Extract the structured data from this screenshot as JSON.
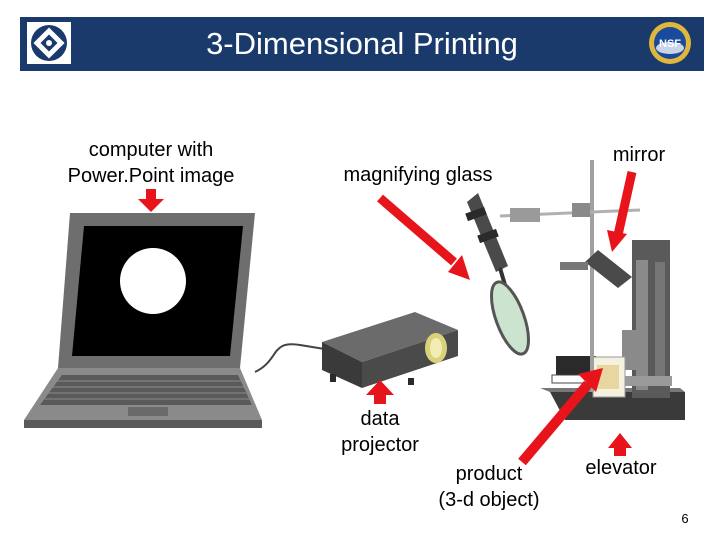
{
  "slide": {
    "title": "3-Dimensional Printing",
    "page_number": "6"
  },
  "logos": {
    "left": "doe-logo",
    "right": "nsf-logo",
    "right_text": "NSF"
  },
  "labels": {
    "computer": [
      "computer with",
      "Power.Point image"
    ],
    "magnifying_glass": "magnifying glass",
    "mirror": "mirror",
    "data_projector": [
      "data",
      "projector"
    ],
    "product": [
      "product",
      "(3-d object)"
    ],
    "elevator": "elevator"
  },
  "colors": {
    "title_bar": "#1a3a6b",
    "arrow": "#e8141b"
  }
}
